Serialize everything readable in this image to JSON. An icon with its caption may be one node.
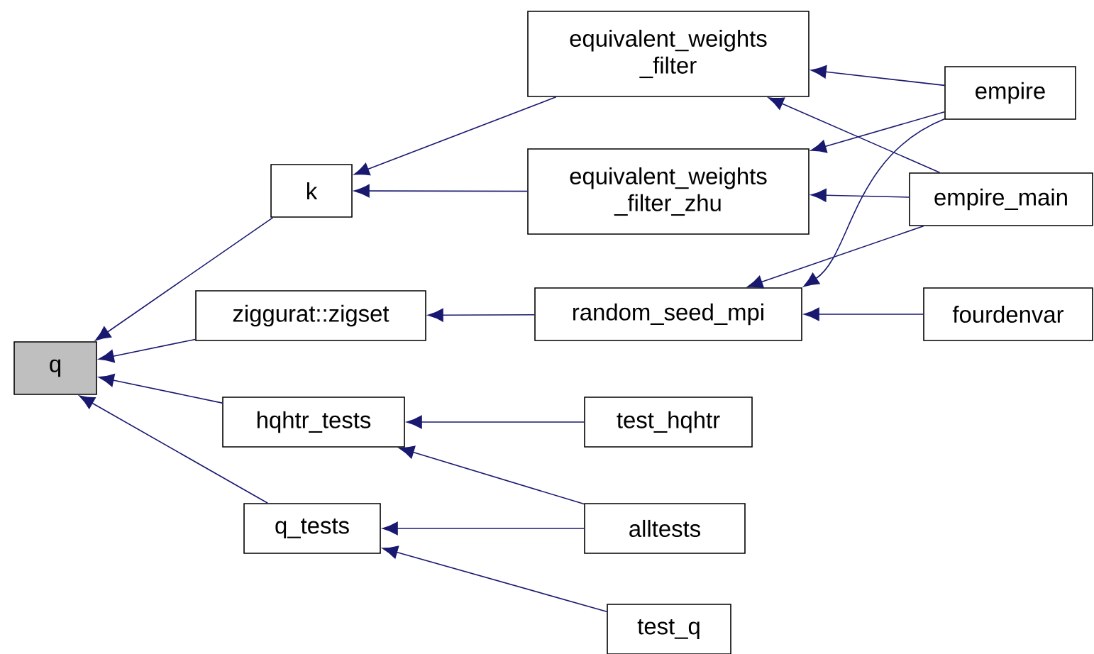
{
  "diagram": {
    "nodes": [
      {
        "text": [
          "q"
        ]
      },
      {
        "text": [
          "k"
        ]
      },
      {
        "text": [
          "ziggurat::zigset"
        ]
      },
      {
        "text": [
          "hqhtr_tests"
        ]
      },
      {
        "text": [
          "q_tests"
        ]
      },
      {
        "text": [
          "equivalent_weights _filter"
        ]
      },
      {
        "text": [
          "equivalent_weights _filter_zhu"
        ]
      },
      {
        "text": [
          "random_seed_mpi"
        ]
      },
      {
        "text": [
          "test_hqhtr"
        ]
      },
      {
        "text": [
          "alltests"
        ]
      },
      {
        "text": [
          "test_q"
        ]
      },
      {
        "text": [
          "empire"
        ]
      },
      {
        "text": [
          "empire_main"
        ]
      },
      {
        "text": [
          "fourdenvar"
        ]
      }
    ],
    "edges": [
      {
        "from": 1,
        "to": 0,
        "arrow": "to"
      },
      {
        "from": 2,
        "to": 0,
        "arrow": "to"
      },
      {
        "from": 3,
        "to": 0,
        "arrow": "to"
      },
      {
        "from": 4,
        "to": 0,
        "arrow": "to"
      },
      {
        "from": 5,
        "to": 1,
        "arrow": "to"
      },
      {
        "from": 6,
        "to": 1,
        "arrow": "to"
      },
      {
        "from": 7,
        "to": 2,
        "arrow": "to"
      },
      {
        "from": 8,
        "to": 3,
        "arrow": "to"
      },
      {
        "from": 9,
        "to": 3,
        "arrow": "to"
      },
      {
        "from": 9,
        "to": 4,
        "arrow": "to"
      },
      {
        "from": 10,
        "to": 4,
        "arrow": "to"
      },
      {
        "from": 11,
        "to": 5,
        "arrow": "to"
      },
      {
        "from": 11,
        "to": 6,
        "arrow": "to"
      },
      {
        "from": 11,
        "to": 7,
        "arrow": "to"
      },
      {
        "from": 12,
        "to": 5,
        "arrow": "to"
      },
      {
        "from": 12,
        "to": 6,
        "arrow": "to"
      },
      {
        "from": 12,
        "to": 7,
        "arrow": "to"
      },
      {
        "from": 13,
        "to": 7,
        "arrow": "to"
      }
    ]
  }
}
